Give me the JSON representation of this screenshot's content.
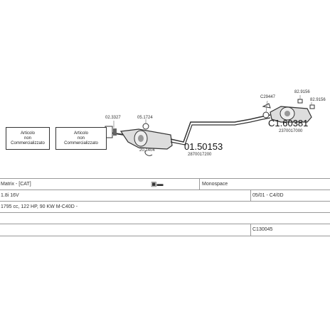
{
  "boxes": [
    {
      "line1": "Articolo",
      "line2": "non",
      "line3": "Commercializzato"
    },
    {
      "line1": "Articolo",
      "line2": "non",
      "line3": "Commercializzato"
    }
  ],
  "parts": {
    "p_02_3327": "02.3327",
    "p_05_1724": "05.1724",
    "p_20_1404": "20.1404",
    "p_01_50153": "01.50153",
    "p_01_50153_oe": "2870017200",
    "p_c29447": "C29447",
    "p_82_9156_a": "82.9156",
    "p_82_9156_b": "82.9156",
    "p_c1_60381": "C1.60381",
    "p_c1_60381_oe": "2370017000"
  },
  "table": {
    "r1_c1": "Matrix - [CAT]",
    "r1_c3": "Monospace",
    "r2_c1": "1.8i 16V",
    "r2_c3": "05/01 - C4/0D",
    "r3_c1": "1795 cc, 122 HP, 90 KW M-C40D -",
    "r5_c3": "C130045"
  },
  "icons": {
    "car": "car-side-icon"
  }
}
